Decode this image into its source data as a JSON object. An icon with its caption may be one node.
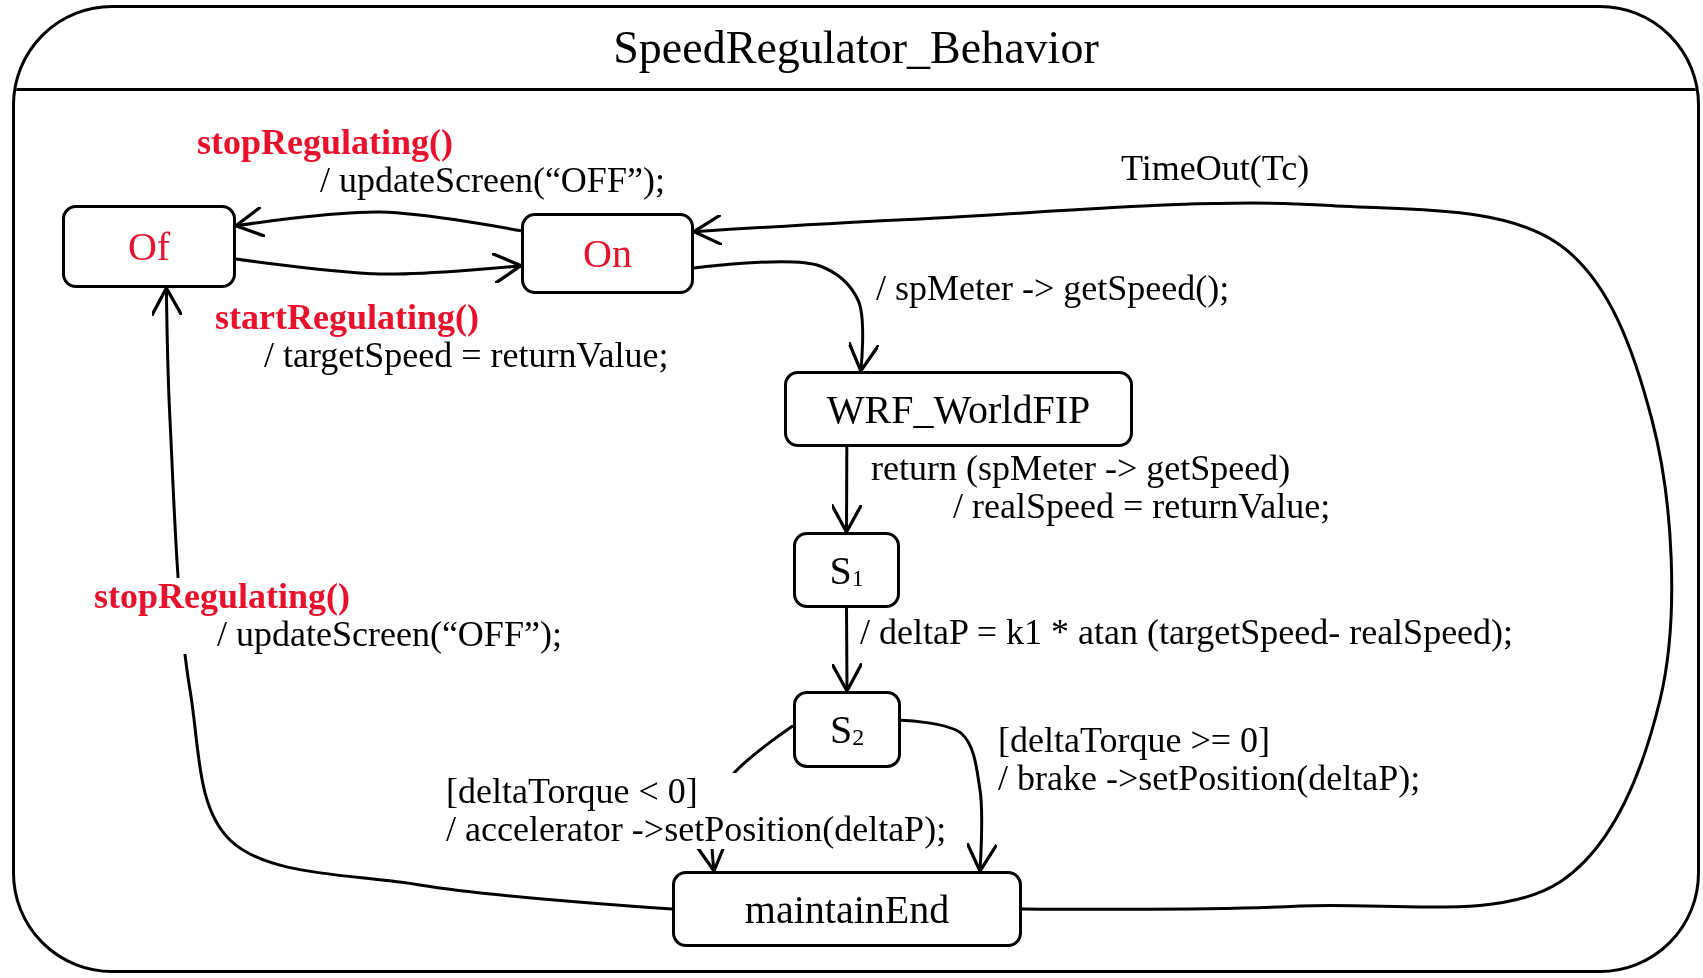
{
  "diagram": {
    "nodes": [
      {
        "text": [
          "SpeedRegulator_Behavior"
        ]
      },
      {
        "text": [
          "Of"
        ],
        "in": 0
      },
      {
        "text": [
          "On"
        ],
        "in": 0
      },
      {
        "text": [
          "WRF_WorldFIP"
        ],
        "in": 0
      },
      {
        "text": [
          "S$_{1}$"
        ],
        "in": 0
      },
      {
        "text": [
          "S$_{2}$"
        ],
        "in": 0
      },
      {
        "text": [
          "maintainEnd"
        ],
        "in": 0
      }
    ],
    "edges": [
      {
        "from": 2,
        "to": 1,
        "arrow": "to",
        "label": "**stopRegulating()** / updateScreen(“OFF”);"
      },
      {
        "from": 1,
        "to": 2,
        "arrow": "to",
        "label": "**startRegulating()** / targetSpeed = returnValue;"
      },
      {
        "from": 2,
        "to": 3,
        "arrow": "to",
        "label": "/ spMeter -> getSpeed();"
      },
      {
        "from": 3,
        "to": 4,
        "arrow": "to",
        "label": "return (spMeter -> getSpeed) / realSpeed = returnValue;"
      },
      {
        "from": 4,
        "to": 5,
        "arrow": "to",
        "label": "/ deltaP = k1 * atan (targetSpeed- realSpeed);"
      },
      {
        "from": 5,
        "to": 6,
        "arrow": "to",
        "label": "[deltaTorque < 0] / accelerator ->setPosition(deltaP);"
      },
      {
        "from": 5,
        "to": 6,
        "arrow": "to",
        "label": "[deltaTorque >= 0] / brake ->setPosition(deltaP);"
      },
      {
        "from": 6,
        "to": 1,
        "arrow": "to",
        "label": "**stopRegulating()** / updateScreen(“OFF”);"
      },
      {
        "from": 6,
        "to": 2,
        "arrow": "to",
        "label": "TimeOut(Tc)"
      }
    ]
  }
}
